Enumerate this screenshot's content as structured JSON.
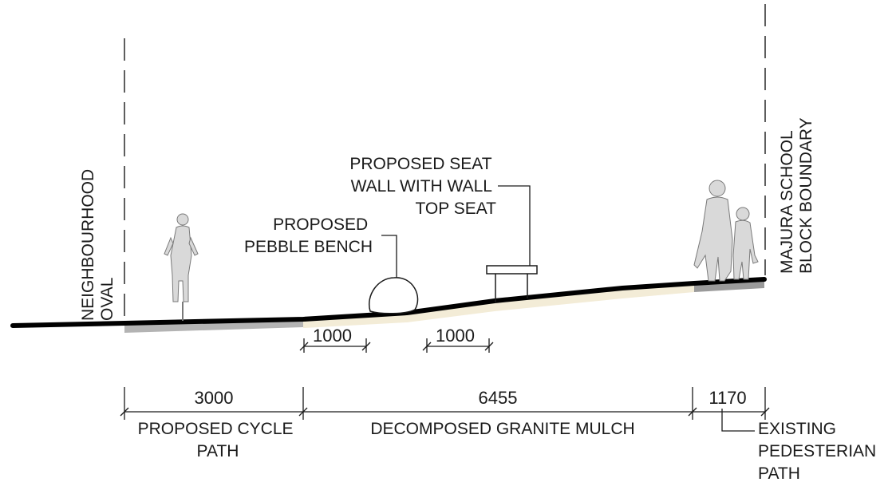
{
  "labels": {
    "neighbourhood_oval": [
      "NEIGHBOURHOOD",
      "OVAL"
    ],
    "majura_school": [
      "MAJURA SCHOOL",
      "BLOCK BOUNDARY"
    ],
    "pebble_bench": [
      "PROPOSED",
      "PEBBLE BENCH"
    ],
    "seat_wall": [
      "PROPOSED SEAT",
      "WALL WITH WALL",
      "TOP SEAT"
    ]
  },
  "detail_dimensions": [
    "1000",
    "1000"
  ],
  "zones": [
    {
      "width": "3000",
      "name": [
        "PROPOSED CYCLE",
        "PATH"
      ]
    },
    {
      "width": "6455",
      "name": [
        "DECOMPOSED GRANITE MULCH"
      ]
    },
    {
      "width": "1170",
      "name": [
        "EXISTING",
        "PEDESTERIAN",
        "PATH"
      ]
    }
  ],
  "colors": {
    "ground_line": "#000000",
    "cycle_path": "#b3b3b3",
    "granite_mulch": "#f3ecd7",
    "pedestrian_path": "#9a9a9a",
    "figure": "#d9d9d9"
  }
}
